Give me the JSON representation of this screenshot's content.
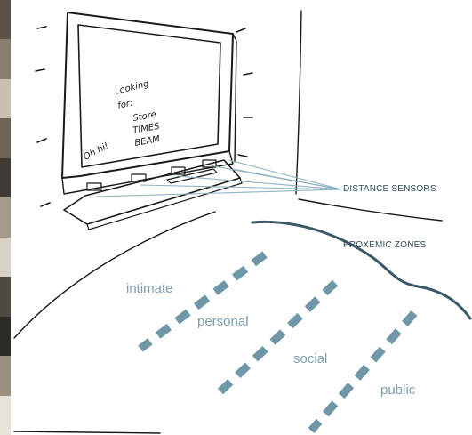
{
  "labels": {
    "distance_sensors": "DISTANCE SENSORS",
    "proxemic_zones": "PROXEMIC ZONES"
  },
  "zones": [
    "intimate",
    "personal",
    "social",
    "public"
  ],
  "screen_scribble": [
    "Looking",
    "for:",
    "Store",
    "TIMES",
    "BEAM",
    "Oh hi!"
  ],
  "colors": {
    "sketch_line": "#1a1a1a",
    "sensor_line": "#8fb3c3",
    "zone_dash": "#6f97a8",
    "zone_text": "#7d9fae",
    "zone_boundary": "#3b5866",
    "callout_text": "#2e4a55",
    "photo_strip": [
      "#5e5248",
      "#8a7e70",
      "#c9c0b0",
      "#6d6356",
      "#3f3a33",
      "#a4998a",
      "#d8d2c6",
      "#514a42",
      "#2c2a27",
      "#9b8f7f",
      "#e7e2da"
    ]
  }
}
